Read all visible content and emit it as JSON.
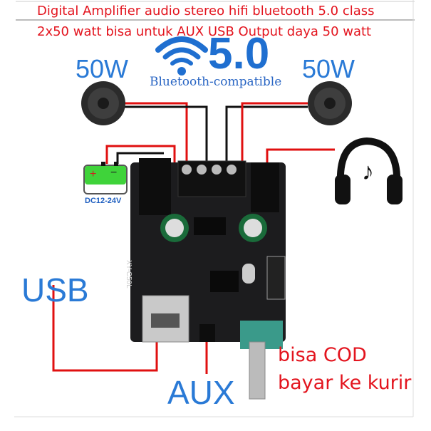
{
  "caption": {
    "line1": "Digital Amplifier audio stereo hifi bluetooth 5.0 class",
    "line2": "2x50 watt bisa untuk AUX USB Output daya 50 watt"
  },
  "bluetooth": {
    "version": "5.0",
    "label": "Bluetooth-compatible",
    "icon": "wifi-signal-icon"
  },
  "speakers": {
    "left_label": "50W",
    "right_label": "50W"
  },
  "power": {
    "label": "DC12-24V",
    "plus": "+",
    "minus": "−"
  },
  "board": {
    "silkscreen": "XY-C50L"
  },
  "ports": {
    "usb_label": "USB",
    "aux_label": "AUX"
  },
  "promo": {
    "line1": "bisa COD",
    "line2": "bayar ke kurir"
  },
  "colors": {
    "caption": "#e3141e",
    "label_blue": "#2a7ad6",
    "wire_red": "#e01010",
    "board": "#1c1c1e",
    "battery": "#3fd33a"
  }
}
